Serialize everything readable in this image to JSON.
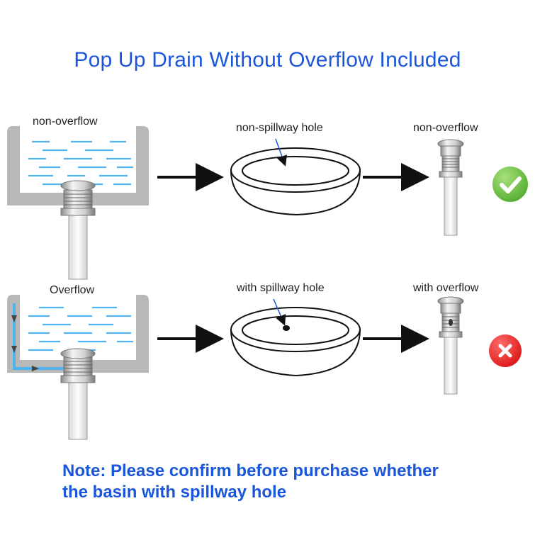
{
  "title": "Pop Up Drain Without Overflow Included",
  "rows": [
    {
      "basin_label": "non-overflow",
      "sink_label": "non-spillway hole",
      "drain_label": "non-overflow",
      "status": "check-icon",
      "status_color": "#6cc24a"
    },
    {
      "basin_label": "Overflow",
      "sink_label": "with spillway hole",
      "drain_label": "with overflow",
      "status": "x-icon",
      "status_color": "#e02020"
    }
  ],
  "note_line1": "Note: Please confirm before purchase whether",
  "note_line2": "the basin with spillway hole",
  "colors": {
    "title": "#1a56db",
    "water": "#4fb3f0",
    "basin": "#b8b8b8"
  }
}
